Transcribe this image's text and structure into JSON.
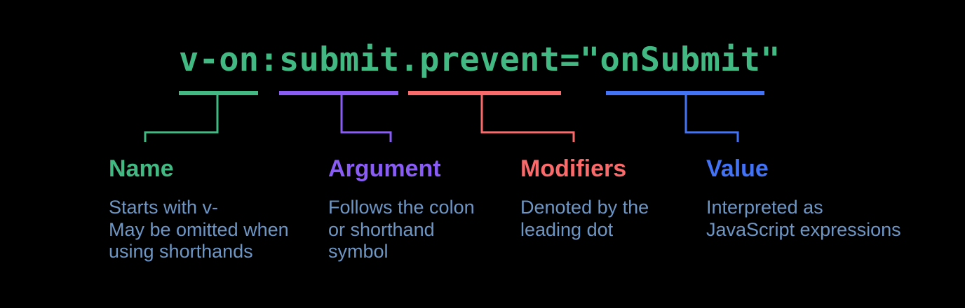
{
  "background_color": "#000000",
  "code": {
    "text": "v-on:submit.prevent=\"onSubmit\"",
    "color": "#42b883"
  },
  "description_color": "#6d96c5",
  "groups": [
    {
      "label": "Name",
      "color": "#42b883",
      "description": "Starts with v-\nMay be omitted when\nusing shorthands"
    },
    {
      "label": "Argument",
      "color": "#8a5cf6",
      "description": "Follows the colon\nor shorthand\nsymbol"
    },
    {
      "label": "Modifiers",
      "color": "#fb6a6a",
      "description": "Denoted by the\nleading dot"
    },
    {
      "label": "Value",
      "color": "#4273f6",
      "description": "Interpreted as\nJavaScript expressions"
    }
  ]
}
